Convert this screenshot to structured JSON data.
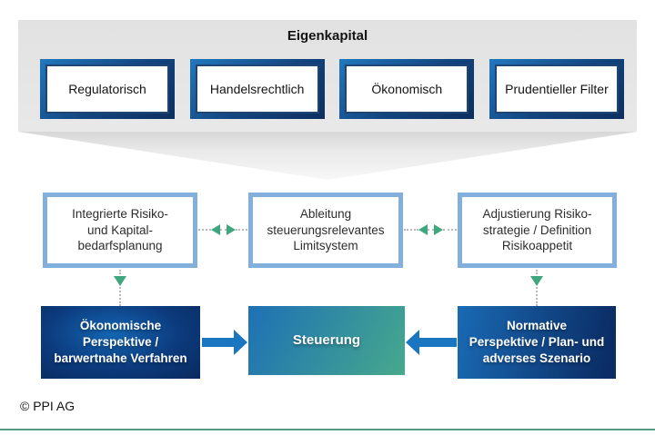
{
  "banner": {
    "title": "Eigenkapital",
    "boxes": [
      {
        "label": "Regulatorisch"
      },
      {
        "label": "Handelsrechtlich"
      },
      {
        "label": "Ökonomisch"
      },
      {
        "label": "Prudentieller Filter"
      }
    ]
  },
  "flow": {
    "planning": {
      "text": "Integrierte Risiko-\nund Kapital-\nbedarfsplanung"
    },
    "limits": {
      "text": "Ableitung\nsteuerungsrelevantes\nLimitsystem"
    },
    "risk_strategy": {
      "text": "Adjustierung Risiko-\nstrategie / Definition\nRisikoappetit"
    },
    "economic": {
      "text": "Ökonomische\nPerspektive /\nbarwertnahe Verfahren"
    },
    "steering": {
      "text": "Steuerung"
    },
    "normative": {
      "text": "Normative\nPerspektive / Plan- und\nadverses Szenario"
    }
  },
  "connectors": {
    "banner_to_flow": "large-down-chevron",
    "planning_limits": "dashed-bidirectional-arrow",
    "limits_risk_strategy": "dashed-bidirectional-arrow",
    "planning_to_economic": "dashed-down-arrow",
    "risk_strategy_to_normative": "dashed-down-arrow",
    "economic_to_steering": "solid-right-arrow",
    "normative_to_steering": "solid-left-arrow"
  },
  "colors": {
    "top_box_border_gradient": [
      "#2278be",
      "#0d2f5f"
    ],
    "light_blue_border": "#82afdc",
    "green_arrowhead": "#3fa77d",
    "dotted_line_gray": "#b9b9b9",
    "solid_arrow_blue": "#1b76c1",
    "dark_box_gradient": [
      "#1466b3",
      "#092a5e"
    ],
    "steering_gradient": [
      "#1d70b5",
      "#47a98c"
    ],
    "banner_gray": "#e3e3e3",
    "footer_line_teal": "#569a83"
  },
  "footer": {
    "copyright": "© PPI AG"
  }
}
